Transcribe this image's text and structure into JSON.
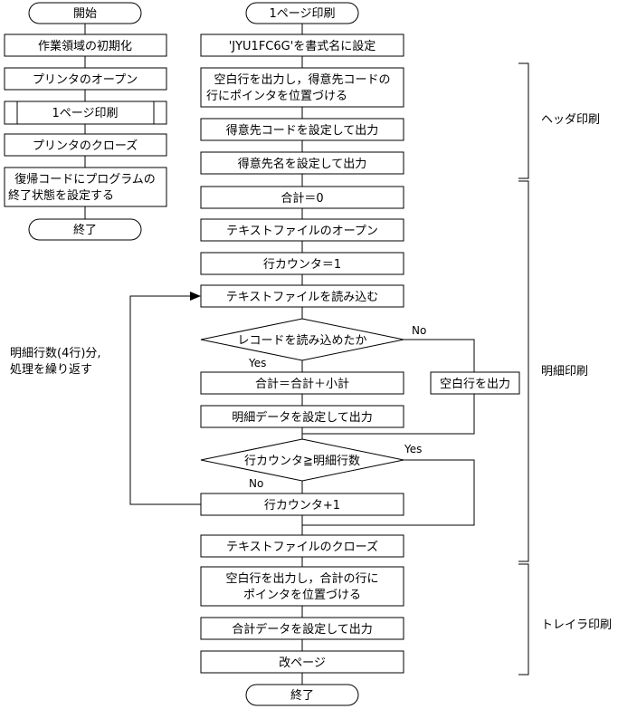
{
  "main_flow": {
    "start": "開始",
    "init": "作業領域の初期化",
    "open_printer": "プリンタのオープン",
    "print_page": "1ページ印刷",
    "close_printer": "プリンタのクローズ",
    "set_return_code_line1": "復帰コードにプログラムの",
    "set_return_code_line2": "終了状態を設定する",
    "end": "終了"
  },
  "subroutine": {
    "start": "1ページ印刷",
    "set_form_name": "'JYU1FC6G'を書式名に設定",
    "blank_line_1_line1": "空白行を出力し，得意先コードの",
    "blank_line_1_line2": "行にポインタを位置づける",
    "customer_code": "得意先コードを設定して出力",
    "customer_name": "得意先名を設定して出力",
    "total_zero": "合計＝0",
    "open_text_file": "テキストファイルのオープン",
    "counter_one": "行カウンタ＝1",
    "read_text_file": "テキストファイルを読み込む",
    "record_read_decision": "レコードを読み込めたか",
    "total_sum": "合計＝合計＋小計",
    "detail_output": "明細データを設定して出力",
    "counter_decision": "行カウンタ≧明細行数",
    "counter_increment": "行カウンタ+1",
    "close_text_file": "テキストファイルのクローズ",
    "blank_line_2_line1": "空白行を出力し，合計の行に",
    "blank_line_2_line2": "ポインタを位置づける",
    "total_output": "合計データを設定して出力",
    "page_break": "改ページ",
    "end": "終了",
    "blank_output": "空白行を出力"
  },
  "branch_labels": {
    "record_no": "No",
    "record_yes": "Yes",
    "counter_yes": "Yes",
    "counter_no": "No"
  },
  "loop_note": {
    "line1": "明細行数(4行)分,",
    "line2": "処理を繰り返す"
  },
  "sections": {
    "header": "ヘッダ印刷",
    "detail": "明細印刷",
    "trailer": "トレイラ印刷"
  }
}
